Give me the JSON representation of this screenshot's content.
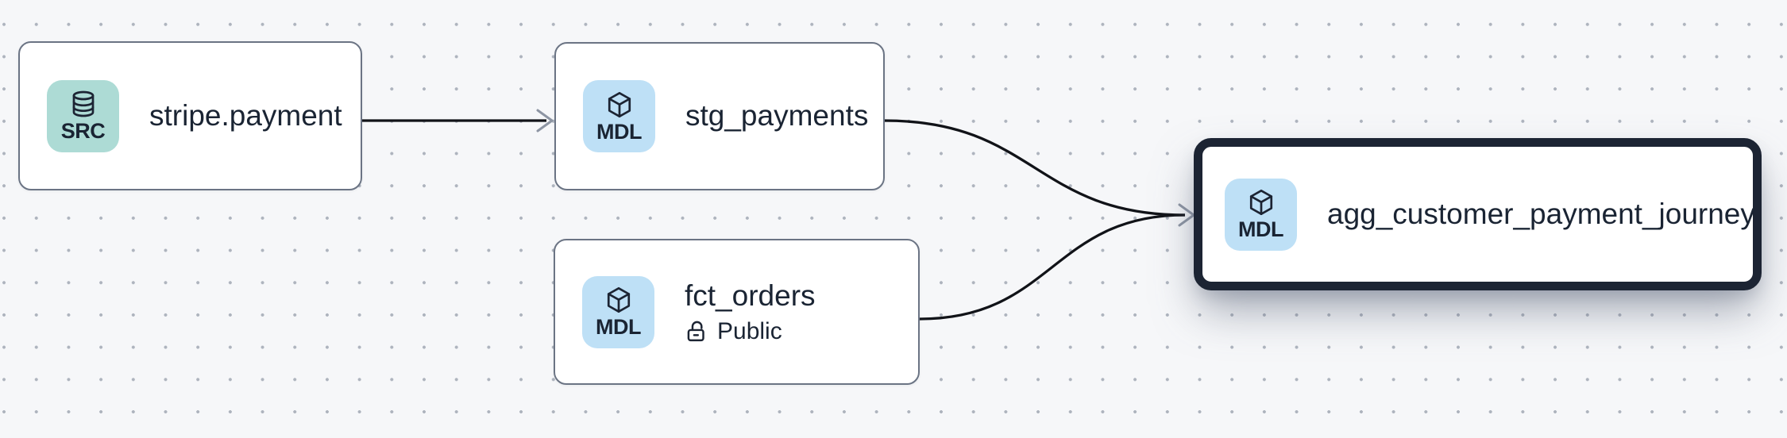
{
  "canvas": {
    "background_color": "#f6f7f9",
    "dot_color": "#aeb4be",
    "edge_color": "#111318",
    "arrowhead_color": "#8d95a3"
  },
  "nodes": [
    {
      "id": "stripe.payment",
      "label": "stripe.payment",
      "badge": "SRC",
      "type": "source",
      "badge_color": "#addbd5",
      "selected": false
    },
    {
      "id": "stg_payments",
      "label": "stg_payments",
      "badge": "MDL",
      "type": "model",
      "badge_color": "#bee0f6",
      "selected": false
    },
    {
      "id": "fct_orders",
      "label": "fct_orders",
      "badge": "MDL",
      "type": "model",
      "badge_color": "#bee0f6",
      "access_label": "Public",
      "selected": false
    },
    {
      "id": "agg_customer_payment_journey",
      "label": "agg_customer_payment_journey",
      "badge": "MDL",
      "type": "model",
      "badge_color": "#bee0f6",
      "selected": true,
      "selected_border_color": "#1c2433"
    }
  ],
  "edges": [
    {
      "from": "stripe.payment",
      "to": "stg_payments"
    },
    {
      "from": "stg_payments",
      "to": "agg_customer_payment_journey"
    },
    {
      "from": "fct_orders",
      "to": "agg_customer_payment_journey"
    }
  ]
}
